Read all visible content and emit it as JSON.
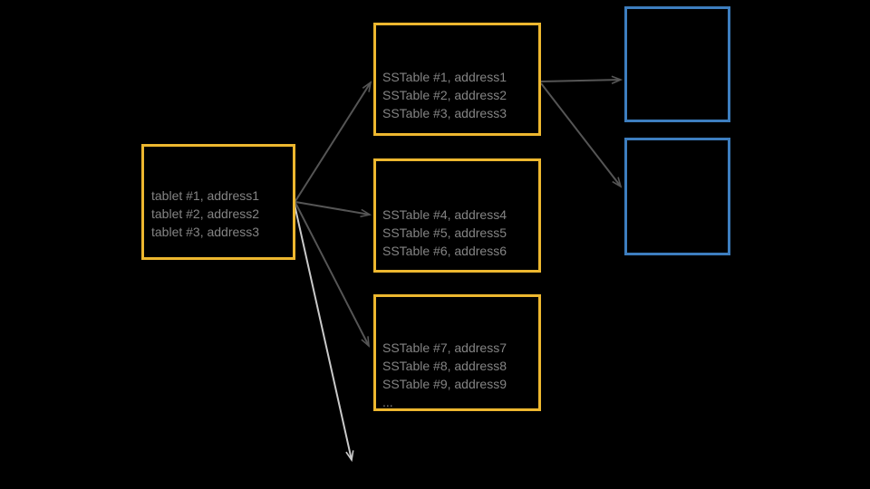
{
  "colors": {
    "background": "#000000",
    "box-yellow": "#EDB72F",
    "box-blue": "#3D7EBF",
    "text-gray": "#848484",
    "arrow-dark": "#555555",
    "arrow-light": "#C9C9C9"
  },
  "diagram": {
    "tablet_box": {
      "lines": [
        "tablet #1, address1",
        "tablet #2, address2",
        "tablet #3, address3"
      ]
    },
    "sstable_box_1": {
      "lines": [
        "SSTable #1, address1",
        "SSTable #2, address2",
        "SSTable #3, address3"
      ]
    },
    "sstable_box_2": {
      "lines": [
        "SSTable #4, address4",
        "SSTable #5, address5",
        "SSTable #6, address6"
      ]
    },
    "sstable_box_3": {
      "lines": [
        "SSTable #7, address7",
        "SSTable #8, address8",
        "SSTable #9, address9",
        "..."
      ]
    },
    "data_box_1": {
      "label": ""
    },
    "data_box_2": {
      "label": ""
    }
  }
}
